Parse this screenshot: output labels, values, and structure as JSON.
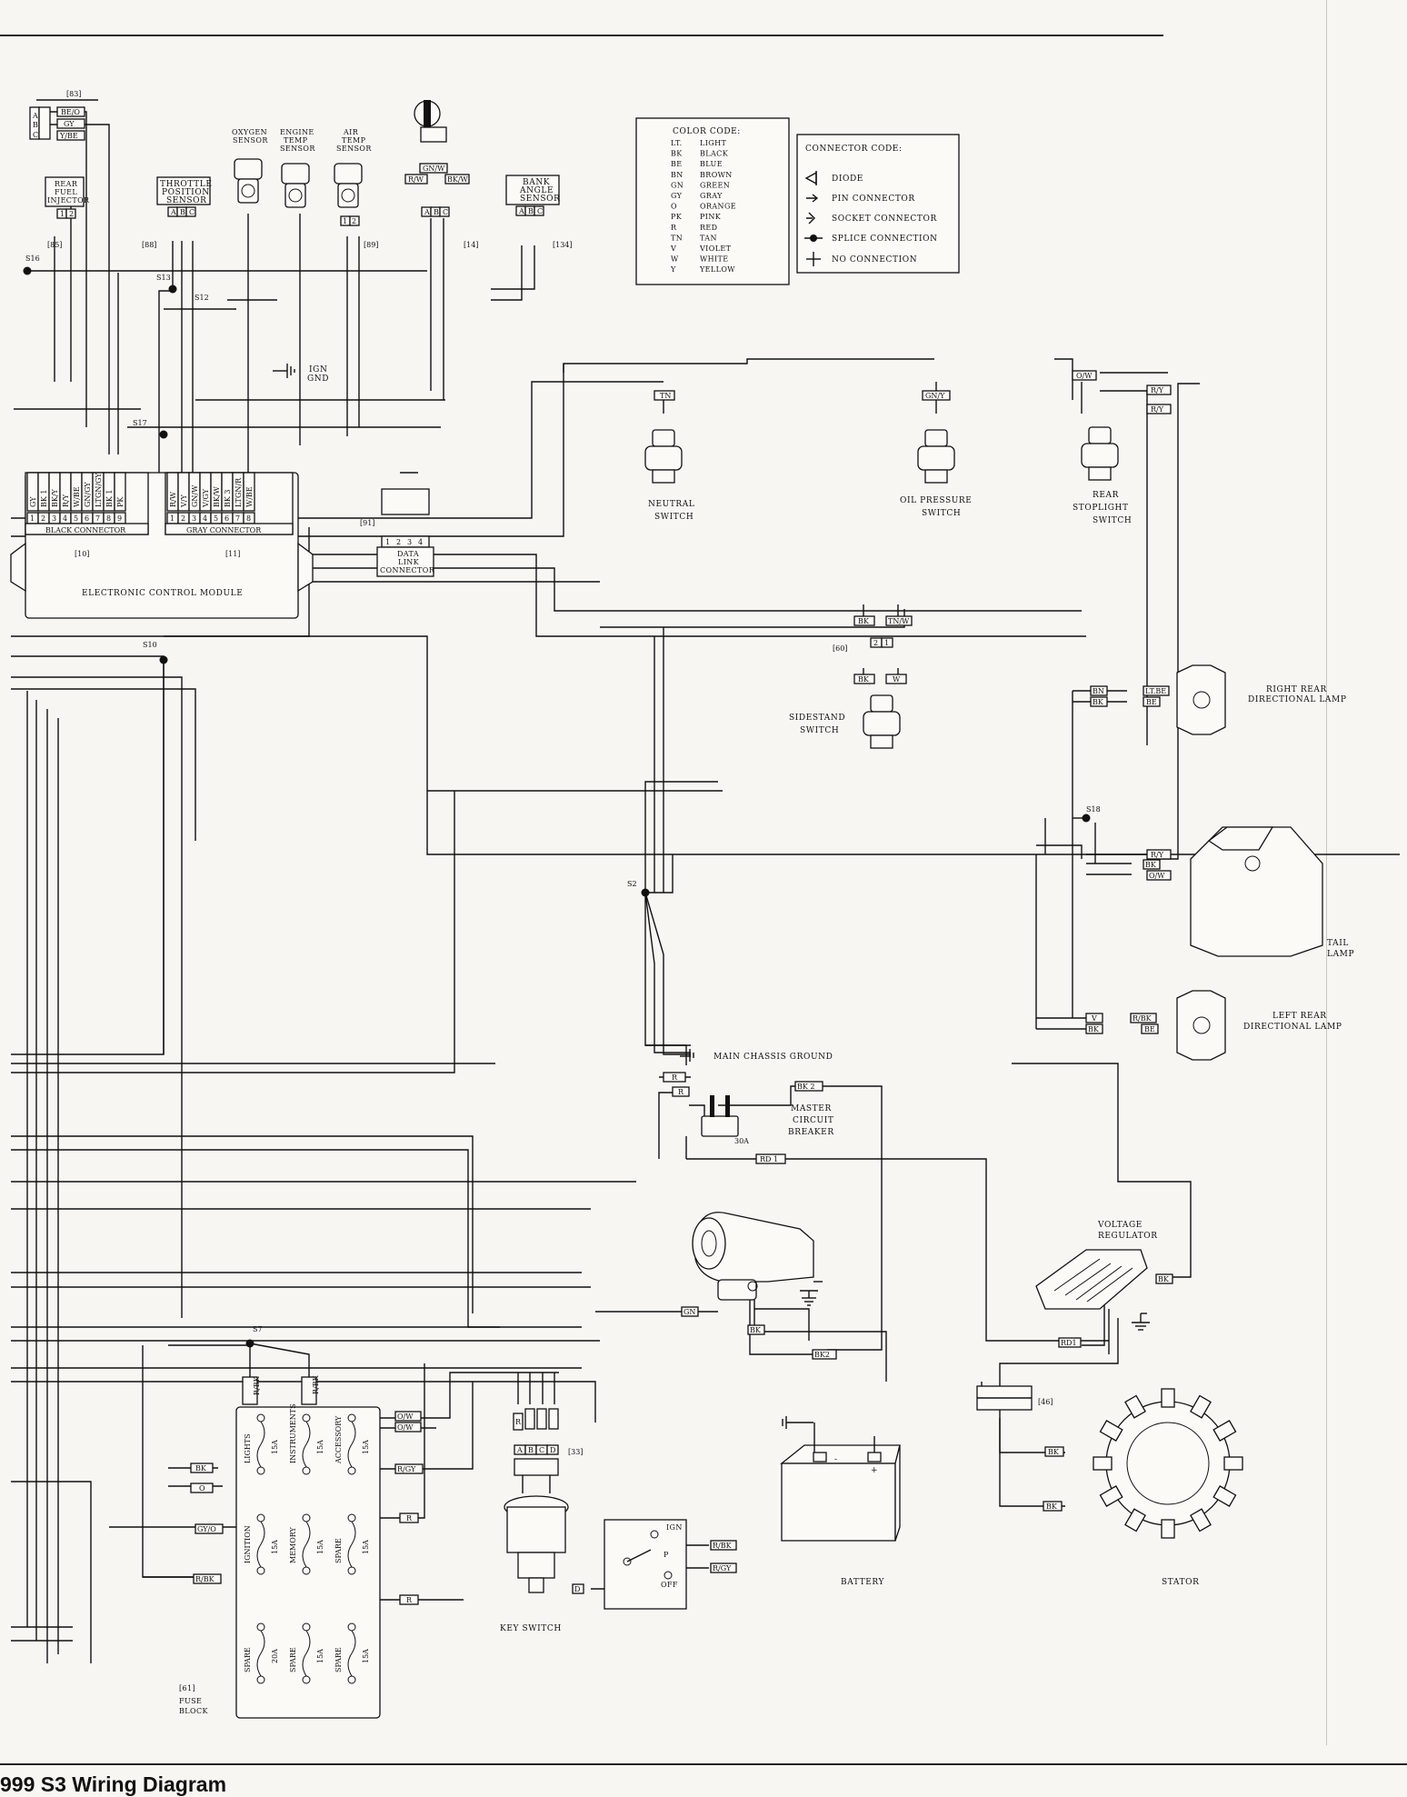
{
  "title": "999 S3 Wiring Diagram",
  "colors": {
    "ink": "#111111",
    "paper": "#f7f6f2"
  },
  "color_code": {
    "heading": "COLOR CODE:",
    "rows": [
      {
        "code": "LT.",
        "name": "LIGHT"
      },
      {
        "code": "BK",
        "name": "BLACK"
      },
      {
        "code": "BE",
        "name": "BLUE"
      },
      {
        "code": "BN",
        "name": "BROWN"
      },
      {
        "code": "GN",
        "name": "GREEN"
      },
      {
        "code": "GY",
        "name": "GRAY"
      },
      {
        "code": "O",
        "name": "ORANGE"
      },
      {
        "code": "PK",
        "name": "PINK"
      },
      {
        "code": "R",
        "name": "RED"
      },
      {
        "code": "TN",
        "name": "TAN"
      },
      {
        "code": "V",
        "name": "VIOLET"
      },
      {
        "code": "W",
        "name": "WHITE"
      },
      {
        "code": "Y",
        "name": "YELLOW"
      }
    ]
  },
  "connector_code": {
    "heading": "CONNECTOR CODE:",
    "rows": [
      "DIODE",
      "PIN CONNECTOR",
      "SOCKET CONNECTOR",
      "SPLICE CONNECTION",
      "NO CONNECTION"
    ]
  },
  "components": {
    "rear_fuel_injector": [
      "REAR",
      "FUEL",
      "INJECTOR"
    ],
    "throttle_position_sensor": [
      "THROTTLE",
      "POSITION",
      "SENSOR"
    ],
    "oxygen_sensor": [
      "OXYGEN",
      "SENSOR"
    ],
    "engine_temp_sensor": [
      "ENGINE",
      "TEMP",
      "SENSOR"
    ],
    "air_temp_sensor": [
      "AIR",
      "TEMP",
      "SENSOR"
    ],
    "bank_angle_sensor": [
      "BANK",
      "ANGLE",
      "SENSOR"
    ],
    "ign_gnd": [
      "IGN",
      "GND"
    ],
    "black_connector": "BLACK CONNECTOR",
    "gray_connector": "GRAY CONNECTOR",
    "ecm": "ELECTRONIC CONTROL MODULE",
    "data_link": [
      "DATA",
      "LINK",
      "CONNECTOR"
    ],
    "neutral_switch": [
      "NEUTRAL",
      "SWITCH"
    ],
    "oil_pressure_switch": [
      "OIL PRESSURE",
      "SWITCH"
    ],
    "rear_stoplight_switch": [
      "REAR",
      "STOPLIGHT",
      "SWITCH"
    ],
    "sidestand_switch": [
      "SIDESTAND",
      "SWITCH"
    ],
    "right_rear_lamp": [
      "RIGHT REAR",
      "DIRECTIONAL LAMP"
    ],
    "left_rear_lamp": [
      "LEFT REAR",
      "DIRECTIONAL LAMP"
    ],
    "tail_lamp": [
      "TAIL",
      "LAMP"
    ],
    "main_chassis_ground": "MAIN CHASSIS GROUND",
    "master_circuit_breaker": [
      "MASTER",
      "CIRCUIT",
      "BREAKER"
    ],
    "breaker_rating": "30A",
    "voltage_regulator": [
      "VOLTAGE",
      "REGULATOR"
    ],
    "battery": "BATTERY",
    "stator": "STATOR",
    "key_switch": "KEY SWITCH",
    "fuse_block": [
      "FUSE",
      "BLOCK"
    ],
    "switch_positions": {
      "ign": "IGN",
      "p": "P",
      "off": "OFF"
    }
  },
  "fuses": [
    {
      "name": "LIGHTS",
      "rating": "15A"
    },
    {
      "name": "INSTRUMENTS",
      "rating": "15A"
    },
    {
      "name": "ACCESSORY",
      "rating": "15A"
    },
    {
      "name": "IGNITION",
      "rating": "15A"
    },
    {
      "name": "MEMORY",
      "rating": "15A"
    },
    {
      "name": "SPARE",
      "rating": "15A"
    },
    {
      "name": "SPARE",
      "rating": "20A"
    },
    {
      "name": "SPARE",
      "rating": "15A"
    },
    {
      "name": "SPARE",
      "rating": "15A"
    }
  ],
  "refs": {
    "r83": "[83]",
    "r85": "[85]",
    "r88": "[88]",
    "r89": "[89]",
    "r14": "[14]",
    "r134": "[134]",
    "r10": "[10]",
    "r11": "[11]",
    "r91": "[91]",
    "r60": "[60]",
    "r46": "[46]",
    "r33": "[33]",
    "r61": "[61]"
  },
  "splices": {
    "s16": "S16",
    "s13": "S13",
    "s12": "S12",
    "s17": "S17",
    "s10": "S10",
    "s18": "S18",
    "s2": "S2",
    "s7": "S7"
  },
  "black_pins": [
    "GY",
    "BK 1",
    "BK/Y",
    "R/Y",
    "W/BE",
    "GN/GY",
    "LTGN/GY",
    "BK 1",
    "PK"
  ],
  "gray_pins": [
    "R/W",
    "V/Y",
    "GN/W",
    "V/GY",
    "BK/W",
    "BK 3",
    "LTGN/R",
    "W/BE"
  ],
  "wire_tags": {
    "be_o": "BE/O",
    "gy": "GY",
    "y_be": "Y/BE",
    "gn_w": "GN/W",
    "r_w": "R/W",
    "bk_w": "BK/W",
    "tn": "TN",
    "gn_y": "GN/Y",
    "o_w": "O/W",
    "r_y": "R/Y",
    "bk": "BK",
    "tn_w": "TN/W",
    "w": "W",
    "bn": "BN",
    "lt_be": "LT.BE",
    "be": "BE",
    "v": "V",
    "r_bk": "R/BK",
    "r": "R",
    "bk2": "BK 2",
    "rd1": "RD 1",
    "gn": "GN",
    "r_gy": "R/GY",
    "gy_o": "GY/O",
    "rd1b": "RD1",
    "bk2b": "BK2"
  }
}
